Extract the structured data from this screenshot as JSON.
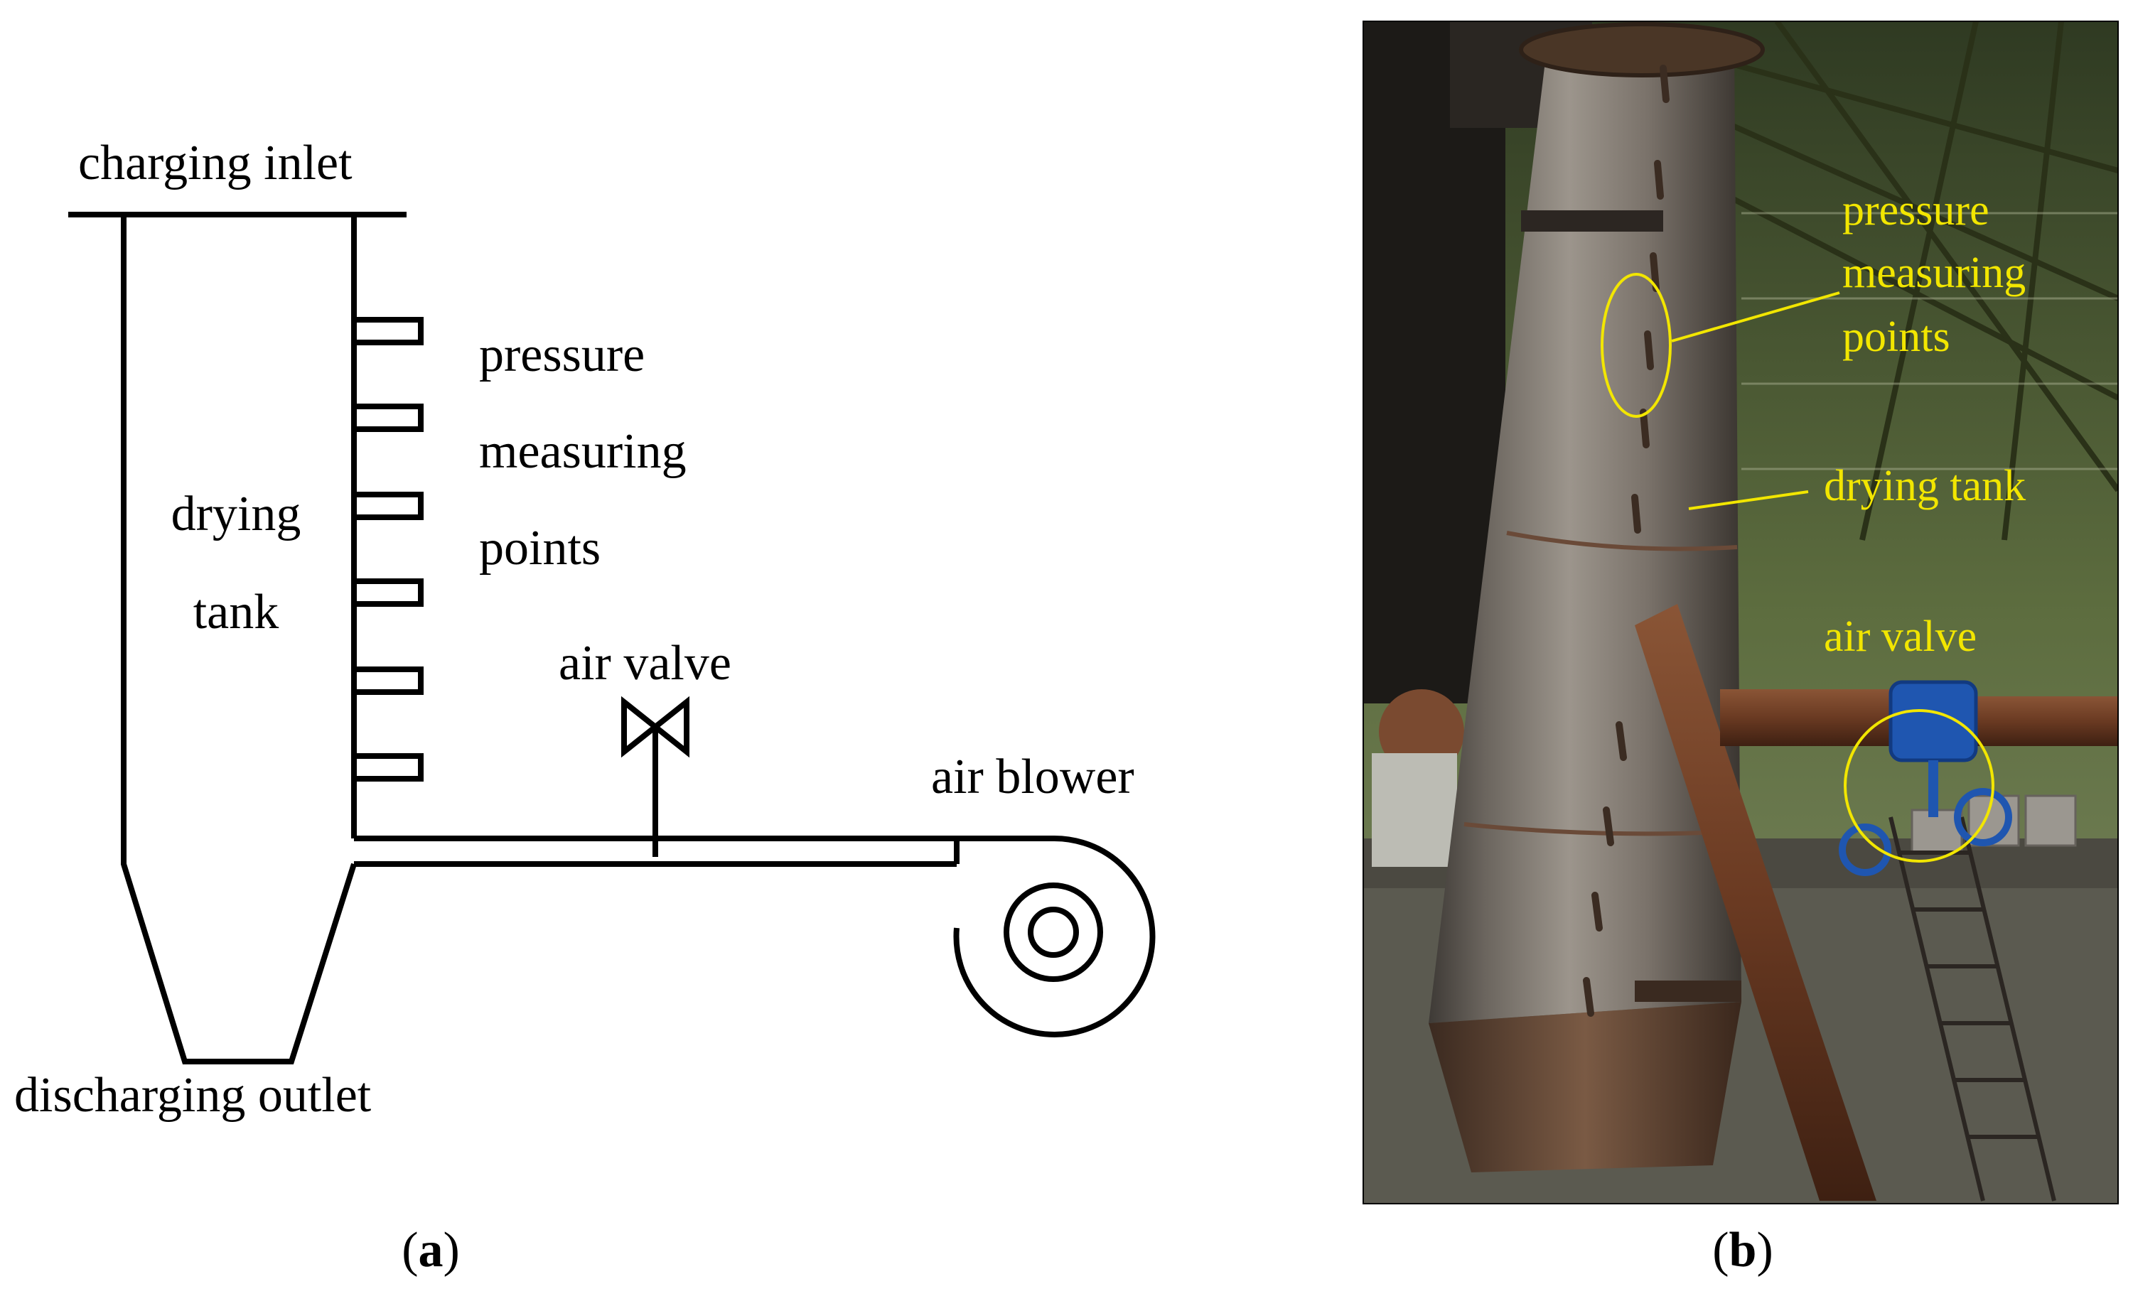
{
  "schematic": {
    "charging_inlet": "charging inlet",
    "drying_tank_line1": "drying",
    "drying_tank_line2": "tank",
    "pressure_line1": "pressure",
    "pressure_line2": "measuring",
    "pressure_line3": "points",
    "air_valve": "air valve",
    "air_blower": "air blower",
    "discharging_outlet": "discharging outlet"
  },
  "photo": {
    "pressure_line1": "pressure",
    "pressure_line2": "measuring",
    "pressure_line3": "points",
    "drying_tank": "drying tank",
    "air_valve": "air valve"
  },
  "captions": {
    "a_open": "(",
    "a_letter": "a",
    "a_close": ")",
    "b_open": "(",
    "b_letter": "b",
    "b_close": ")"
  },
  "colors": {
    "line": "#000000",
    "annotation": "#f2e600",
    "steel": "#6d6862",
    "rust": "#6a3a22",
    "valve": "#1f56b0",
    "roof": "#4a5a35"
  }
}
